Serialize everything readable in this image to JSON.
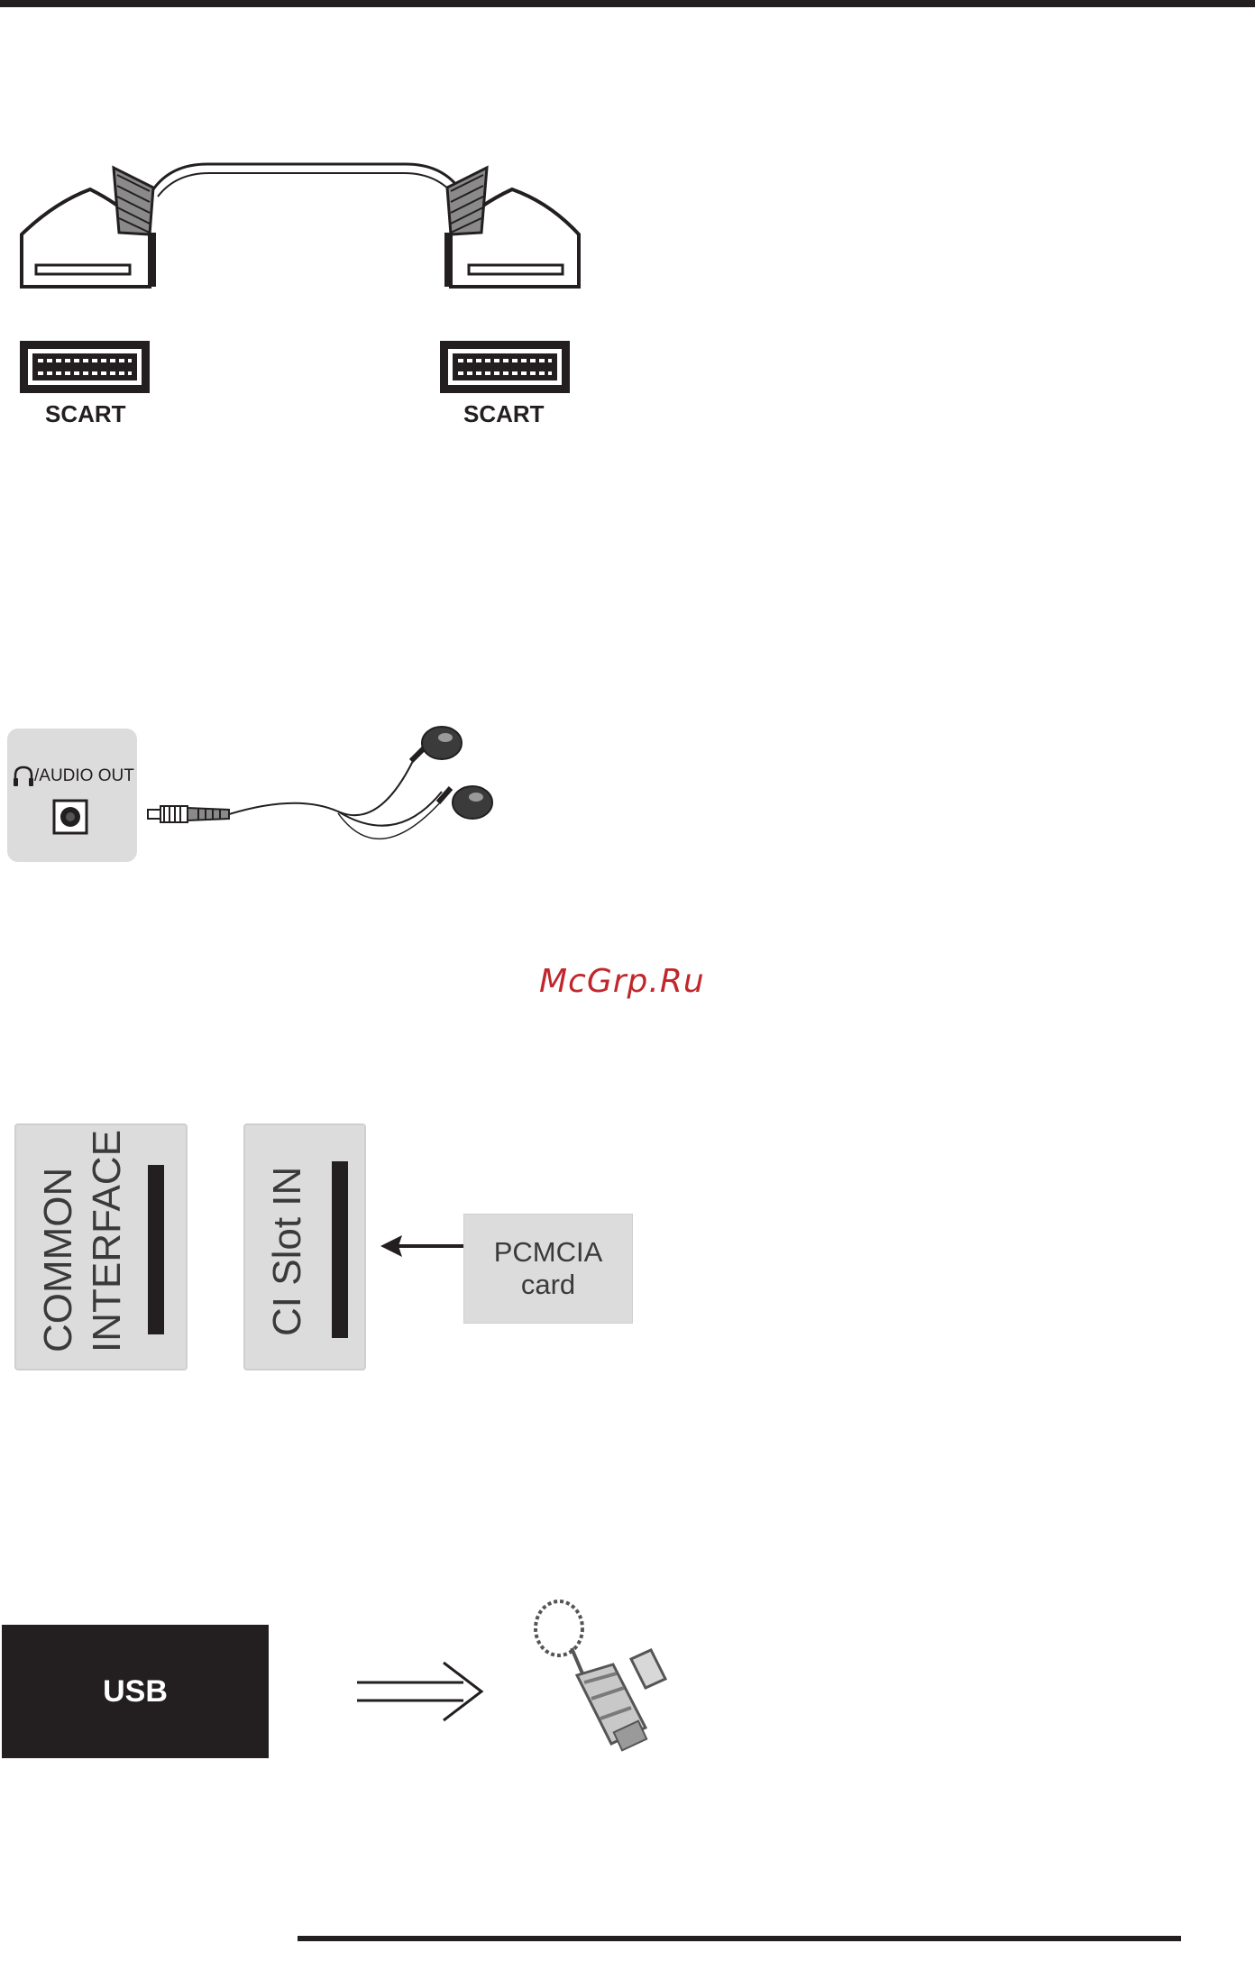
{
  "scart": {
    "left_label": "SCART",
    "right_label": "SCART"
  },
  "audio": {
    "panel_label": "/AUDIO OUT",
    "icon": "headphone-icon"
  },
  "watermark": "McGrp.Ru",
  "ci": {
    "common_interface_line1": "COMMON",
    "common_interface_line2": "INTERFACE",
    "slot_label": "CI Slot IN",
    "card_line1": "PCMCIA",
    "card_line2": "card"
  },
  "usb": {
    "label": "USB",
    "arrow_icon": "double-arrow-right-icon",
    "device_icon": "usb-flash-drive-icon"
  },
  "colors": {
    "ink": "#231f20",
    "panel": "#dcdcdc",
    "watermark": "#c0272d"
  }
}
